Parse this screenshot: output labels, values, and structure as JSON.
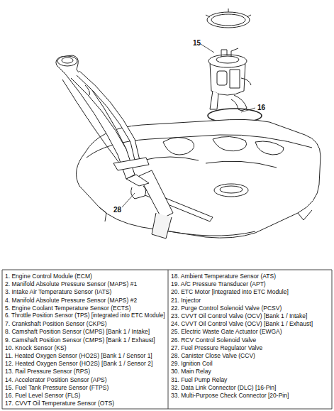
{
  "diagram": {
    "labels": [
      "15",
      "16",
      "28",
      "1. Engine Control Module (ECM)",
      "2. Manifold Absolute Pressure Sensor (MAPS) #1",
      "3. Intake Air Temperature Sensor (IATS)",
      "4. Manifold Absolute Pressure Sensor (MAPS) #2",
      "5. Engine Coolant Temperature Sensor (ECTS)",
      "6. Throttle Position Sensor (TPS) [integrated into ETC Module]",
      "7. Crankshaft Position Sensor (CKPS)",
      "8. Camshaft Position Sensor (CMPS) [Bank 1 / Intake]",
      "9. Camshaft Position Sensor (CMPS) [Bank 1 / Exhaust]",
      "10. Knock Sensor (KS)",
      "11. Heated Oxygen Sensor (HO2S) [Bank 1 / Sensor 1]",
      "12. Heated Oxygen Sensor (HO2S) [Bank 1 / Sensor 2]",
      "13. Rail Pressure Sensor (RPS)",
      "14. Accelerator Position Sensor (APS)",
      "15. Fuel Tank Pressure Sensor (FTPS)",
      "16. Fuel Level Sensor (FLS)",
      "17. CVVT Oil Temperature Sensor (OTS)",
      "18. Ambient Temperature Sensor (ATS)",
      "19. A/C Pressure Transducer (APT)",
      "20. ETC Motor [integrated into ETC Module]",
      "21. Injector",
      "22. Purge Control Solenoid Valve (PCSV)",
      "23. CVVT Oil Control Valve (OCV) [Bank 1 / Intake]",
      "24. CVVT Oil Control Valve (OCV) [Bank 1 / Exhaust]",
      "25. Electric Waste Gate Actuator (EWGA)",
      "26. RCV Control Solenoid Valve",
      "27. Fuel Pressure Regulator Valve",
      "28. Canister Close Valve (CCV)",
      "29. Ignition Coil",
      "30. Main Relay",
      "31. Fuel Pump Relay",
      "32. Data Link Connector (DLC) [16-Pin]",
      "33. Multi-Purpose Check Connector [20-Pin]"
    ]
  }
}
